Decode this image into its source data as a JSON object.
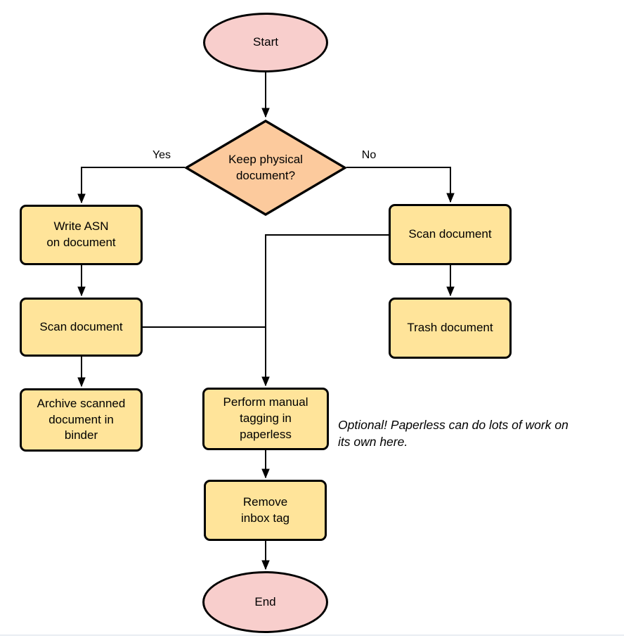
{
  "diagram": {
    "type": "flowchart",
    "nodes": {
      "start": {
        "label": "Start",
        "shape": "terminator"
      },
      "decision": {
        "label": "Keep physical\ndocument?",
        "shape": "decision"
      },
      "write_asn": {
        "label": "Write ASN\non document",
        "shape": "process"
      },
      "scan_left": {
        "label": "Scan document",
        "shape": "process"
      },
      "archive": {
        "label": "Archive scanned\ndocument in\nbinder",
        "shape": "process"
      },
      "scan_right": {
        "label": "Scan document",
        "shape": "process"
      },
      "trash": {
        "label": "Trash document",
        "shape": "process"
      },
      "perform_tagging": {
        "label": "Perform manual\ntagging in\npaperless",
        "shape": "process"
      },
      "remove_inbox": {
        "label": "Remove\ninbox tag",
        "shape": "process"
      },
      "end": {
        "label": "End",
        "shape": "terminator"
      }
    },
    "edge_labels": {
      "yes": "Yes",
      "no": "No"
    },
    "note": "Optional! Paperless can do lots of work on\nits own here.",
    "edges": [
      "start -> decision",
      "decision -Yes-> write_asn",
      "decision -No-> scan_right",
      "write_asn -> scan_left",
      "scan_left -> archive",
      "scan_right -> trash",
      "scan_right -> perform_tagging",
      "scan_left -> perform_tagging",
      "perform_tagging -> remove_inbox",
      "remove_inbox -> end"
    ],
    "colors": {
      "terminator_fill": "#F8CECC",
      "decision_fill": "#FCCA9D",
      "process_fill": "#FFE49A",
      "stroke": "#000000",
      "bottom_rule": "#E9EDF2"
    }
  }
}
